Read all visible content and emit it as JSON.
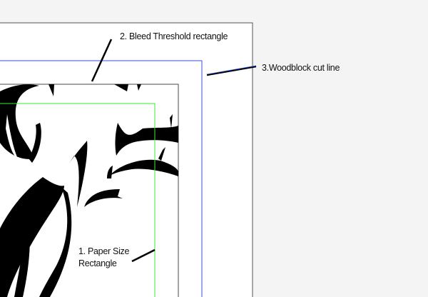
{
  "labels": {
    "bleed": "2. Bleed Threshold rectangle",
    "woodblock": "3.Woodblock cut line",
    "paper_line1": "1. Paper Size",
    "paper_line2": "Rectangle"
  },
  "colors": {
    "background": "#f4f4f4",
    "cut_line": "#3a4fe0",
    "paper_rect": "#33ee33",
    "bleed_rect": "#666666",
    "outer": "#555555"
  }
}
